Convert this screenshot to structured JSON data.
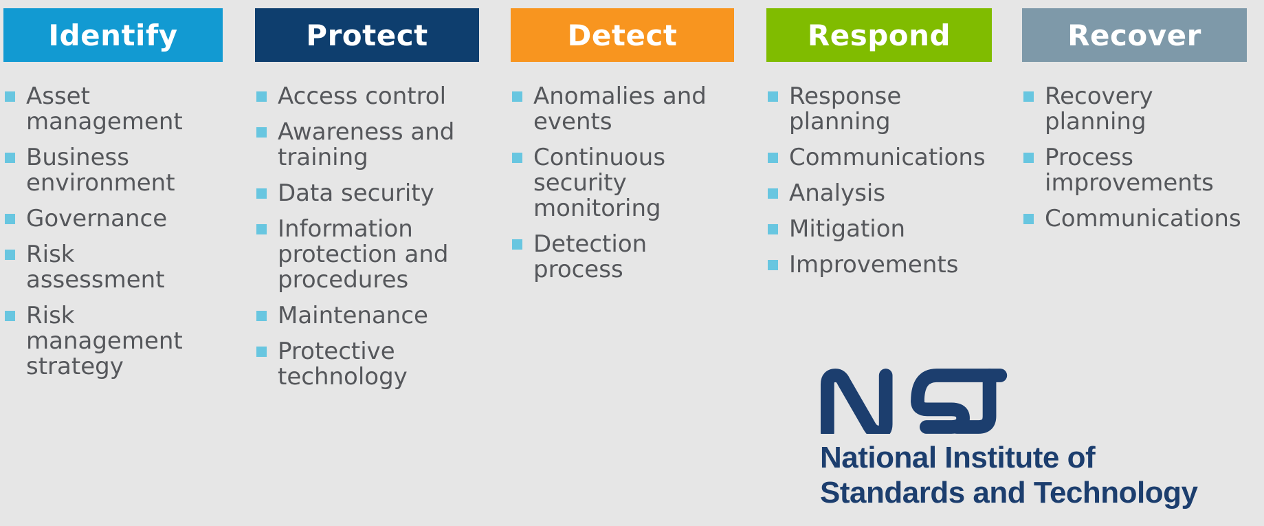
{
  "background_color": "#e6e6e6",
  "text_color": "#55575b",
  "bullet_color": "#68c6e0",
  "columns": [
    {
      "title": "Identify",
      "color": "#129ad2",
      "items": [
        {
          "text": "Asset\nmanagement"
        },
        {
          "text": "Business\nenvironment"
        },
        {
          "text": "Governance"
        },
        {
          "text": "Risk\nassessment"
        },
        {
          "text": "Risk\nmanagement\nstrategy"
        }
      ]
    },
    {
      "title": "Protect",
      "color": "#0e3e6e",
      "items": [
        {
          "text": "Access control"
        },
        {
          "text": "Awareness and\ntraining"
        },
        {
          "text": "Data security"
        },
        {
          "text": "Information\nprotection and\nprocedures"
        },
        {
          "text": "Maintenance"
        },
        {
          "text": "Protective\ntechnology"
        }
      ]
    },
    {
      "title": "Detect",
      "color": "#f8951f",
      "items": [
        {
          "text": "Anomalies and\nevents"
        },
        {
          "text": "Continuous\nsecurity\nmonitoring"
        },
        {
          "text": "Detection\nprocess"
        }
      ]
    },
    {
      "title": "Respond",
      "color": "#80bc00",
      "items": [
        {
          "text": "Response\nplanning"
        },
        {
          "text": "Communications"
        },
        {
          "text": "Analysis"
        },
        {
          "text": "Mitigation"
        },
        {
          "text": "Improvements"
        }
      ]
    },
    {
      "title": "Recover",
      "color": "#7e99a9",
      "items": [
        {
          "text": "Recovery\nplanning"
        },
        {
          "text": "Process\nimprovements"
        },
        {
          "text": "Communications"
        }
      ]
    }
  ],
  "logo": {
    "wordmark": "NIST",
    "line1": "National Institute of",
    "line2": "Standards and Technology",
    "color": "#1c3e6e"
  }
}
